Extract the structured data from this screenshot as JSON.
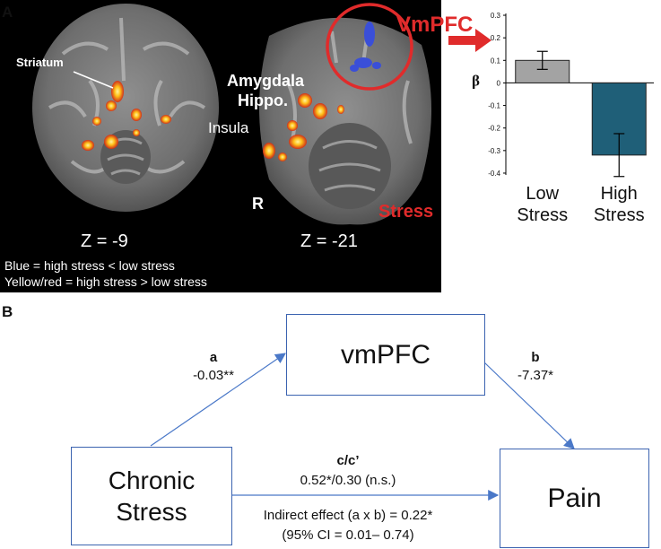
{
  "panel_a": {
    "label": "A",
    "regions": {
      "striatum": "Striatum",
      "amygdala": "Amygdala",
      "hippo": "Hippo.",
      "insula": "Insula",
      "vmpfc": "VmPFC",
      "r": "R",
      "stress": "Stress"
    },
    "slices": {
      "left": "Z = -9",
      "right": "Z = -21"
    },
    "legend": {
      "blue": "Blue = high stress < low stress",
      "yellow": "Yellow/red = high stress > low stress"
    },
    "colors": {
      "roi_circle": "#e02b2b",
      "blue_cluster": "#3a4fd8",
      "activation": "#ffc018"
    }
  },
  "chart_data": {
    "type": "bar",
    "categories": [
      "Low\nStress",
      "High\nStress"
    ],
    "category_lines": [
      [
        "Low",
        "Stress"
      ],
      [
        "High",
        "Stress"
      ]
    ],
    "values": [
      0.1,
      -0.32
    ],
    "error": [
      0.04,
      0.095
    ],
    "ylabel": "β",
    "ylim": [
      -0.42,
      0.32
    ],
    "yticks": [
      0.3,
      0.2,
      0.1,
      0,
      -0.1,
      -0.2,
      -0.3,
      -0.4
    ],
    "ytick_labels": [
      "0.3",
      "0.2",
      "0.1",
      "0",
      "-0.1",
      "-0.2",
      "-0.3",
      "-0.4"
    ],
    "colors": [
      "#a3a3a3",
      "#1f5f78"
    ]
  },
  "panel_b": {
    "label": "B",
    "mediator": "vmPFC",
    "predictor_line1": "Chronic",
    "predictor_line2": "Stress",
    "outcome": "Pain",
    "path_a_label": "a",
    "path_a_value": "-0.03**",
    "path_b_label": "b",
    "path_b_value": "-7.37*",
    "path_c_label": "c/c’",
    "path_c_value": "0.52*/0.30 (n.s.)",
    "indirect": "Indirect effect (a x b) = 0.22*",
    "ci": "(95% CI = 0.01– 0.74)",
    "arrow_color": "#4a78c8"
  }
}
